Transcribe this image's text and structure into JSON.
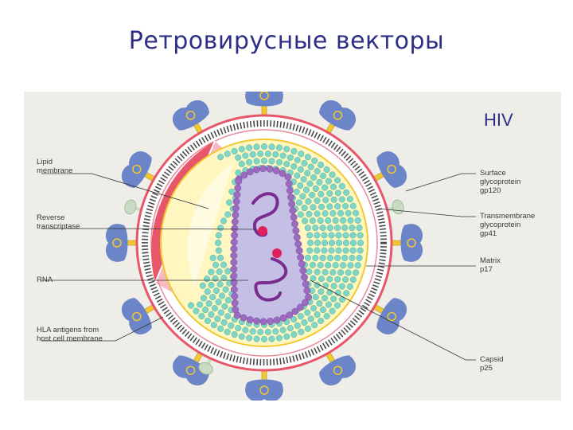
{
  "slide": {
    "title": "Ретровирусные векторы",
    "figure_tag": "HIV"
  },
  "labels": {
    "lipid_membrane": "Lipid\nmembrane",
    "reverse_transcriptase": "Reverse\ntranscriptase",
    "rna": "RNA",
    "hla_antigens": "HLA antigens from\nhost cell membrane",
    "surface_glycoprotein": "Surface\nglycoprotein\ngp120",
    "transmembrane_glycoprotein": "Transmembrane\nglycoprotein\ngp41",
    "matrix": "Matrix\np17",
    "capsid": "Capsid\np25"
  },
  "colors": {
    "title": "#2d2f86",
    "envelope_cutaway": "#e8566a",
    "spike_head": "#6b85c8",
    "spike_stalk": "#f2c832",
    "matrix_layer": "#fff6c0",
    "matrix_beads": "#7fd6c6",
    "capsid_shell": "#9a6bbf",
    "capsid_core": "#c5bfe6",
    "rna": "#7a2c8f",
    "reverse_transcriptase": "#e0205a",
    "hla": "#c9dbc3"
  }
}
